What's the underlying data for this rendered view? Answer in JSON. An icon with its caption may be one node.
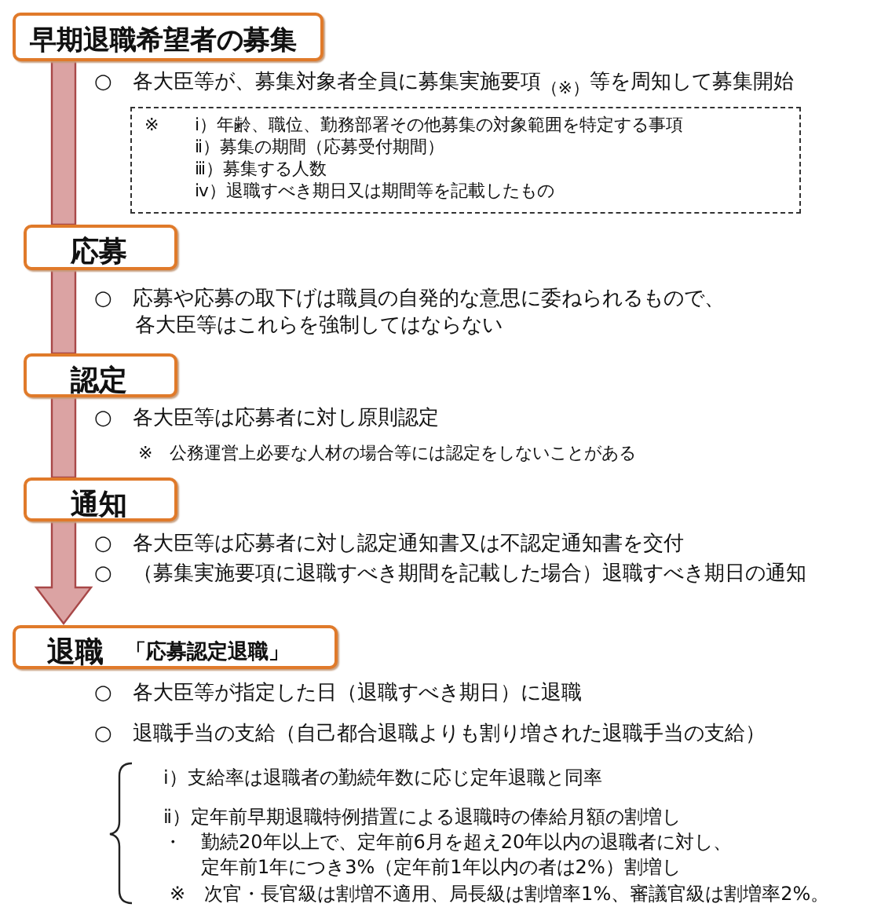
{
  "diagram": {
    "nodes": [
      {
        "text": [
          "早期退職希望者の募集"
        ]
      },
      {
        "text": [
          "応募"
        ]
      },
      {
        "text": [
          "認定"
        ]
      },
      {
        "text": [
          "通知"
        ]
      },
      {
        "text": [
          "退職",
          "「応募認定退職」"
        ]
      },
      {
        "text": [
          "※",
          "ⅰ）年齢、職位、勤務部署その他募集の対象範囲を特定する事項",
          "ⅱ）募集の期間（応募受付期間）",
          "ⅲ）募集する人数",
          "ⅳ）退職すべき期日又は期間等を記載したもの"
        ]
      }
    ],
    "edges": [
      {
        "from": 0,
        "to": 1,
        "arrow": "none"
      },
      {
        "from": 1,
        "to": 2,
        "arrow": "none"
      },
      {
        "from": 2,
        "to": 3,
        "arrow": "none"
      },
      {
        "from": 3,
        "to": 4,
        "arrow": "to"
      }
    ],
    "labels": [
      "○　各大臣等が、募集対象者全員に募集実施要項$_{（※）}$等を周知して募集開始",
      "○　応募や応募の取下げは職員の自発的な意思に委ねられるもので、各大臣等はこれらを強制してはならない",
      "○　各大臣等は応募者に対し原則認定",
      "※　公務運営上必要な人材の場合等には認定をしないことがある",
      "○　各大臣等は応募者に対し認定通知書又は不認定通知書を交付",
      "○　（募集実施要項に退職すべき期間を記載した場合）退職すべき期日の通知",
      "○　各大臣等が指定した日（退職すべき期日）に退職",
      "○　退職手当の支給（自己都合退職よりも割り増された退職手当の支給）",
      "ⅰ）支給率は退職者の勤続年数に応じ定年退職と同率",
      "ⅱ）定年前早期退職特例措置による退職時の俸給月額の割増し",
      "・　勤続20年以上で、定年前6月を超え20年以内の退職者に対し、定年前1年につき3%（定年前1年以内の者は2%）割増し",
      "※　次官・長官級は割増不適用、局長級は割増率1%、審議官級は割増率2%。"
    ]
  }
}
